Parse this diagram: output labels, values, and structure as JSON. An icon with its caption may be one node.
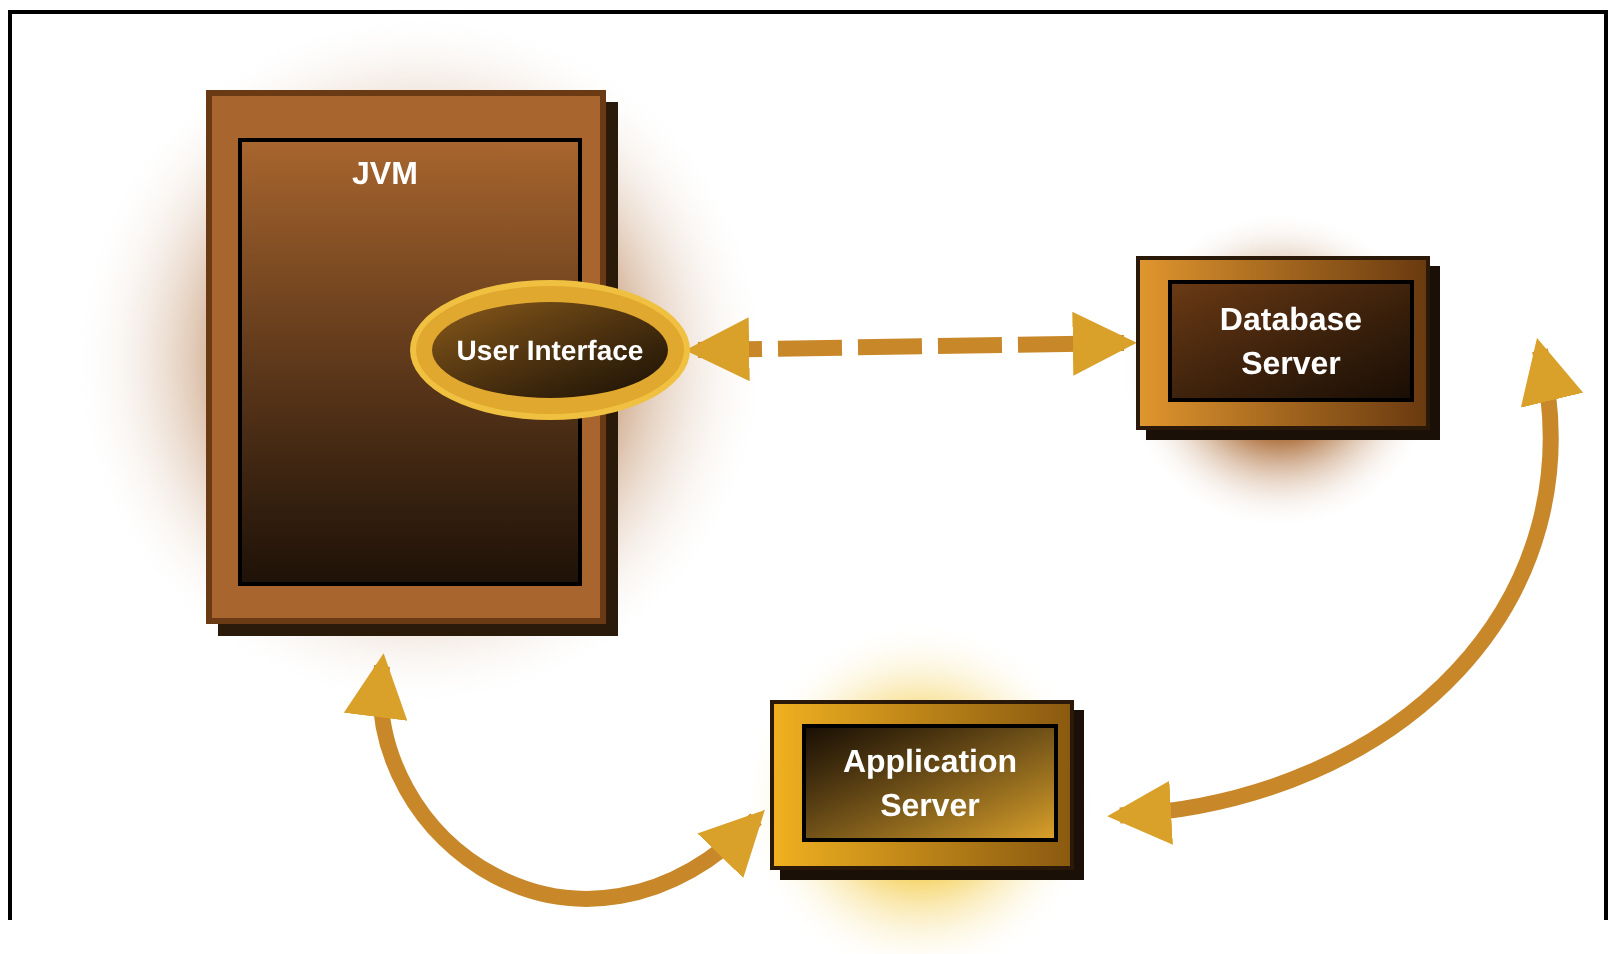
{
  "diagram": {
    "nodes": [
      {
        "text": [
          "JVM"
        ]
      },
      {
        "text": [
          "User Interface"
        ]
      },
      {
        "text": [
          "Database Server"
        ]
      },
      {
        "text": [
          "Application Server"
        ]
      }
    ],
    "edges": [
      {
        "from": 1,
        "to": 2,
        "arrow": "both",
        "style": "dashed"
      },
      {
        "from": 3,
        "to": 2,
        "arrow": "both"
      },
      {
        "from": 0,
        "to": 3,
        "arrow": "both"
      }
    ]
  }
}
